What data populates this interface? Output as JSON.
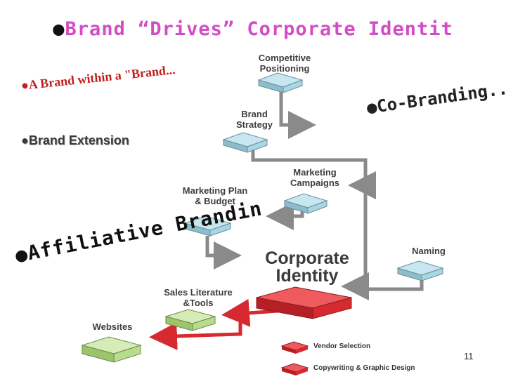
{
  "slide": {
    "title": "Brand “Drives” Corporate Identit",
    "bullet": "●",
    "page_number": "11"
  },
  "callouts": {
    "brand_within": "●A Brand within a \"Brand...",
    "brand_extension": "●Brand Extension",
    "co_branding": "●Co-Branding..",
    "affiliative": "●Affiliative Brandin"
  },
  "diagram": {
    "nodes": {
      "competitive_positioning": "Competitive\nPositioning",
      "brand_strategy": "Brand\nStrategy",
      "marketing_campaigns": "Marketing\nCampaigns",
      "marketing_plan": "Marketing Plan\n& Budget",
      "naming": "Naming",
      "corporate_identity": "Corporate\nIdentity",
      "sales_literature": "Sales Literature\n&Tools",
      "websites": "Websites"
    },
    "legend": {
      "vendor_selection": "Vendor Selection",
      "copywriting": "Copywriting & Graphic Design"
    },
    "colors": {
      "blue_box": "#a8d6e4",
      "red_box": "#d62a30",
      "green_box": "#b8db8c",
      "gray_connector": "#8a8a8a",
      "red_connector": "#d62a30",
      "title_magenta": "#d34cc6"
    }
  }
}
